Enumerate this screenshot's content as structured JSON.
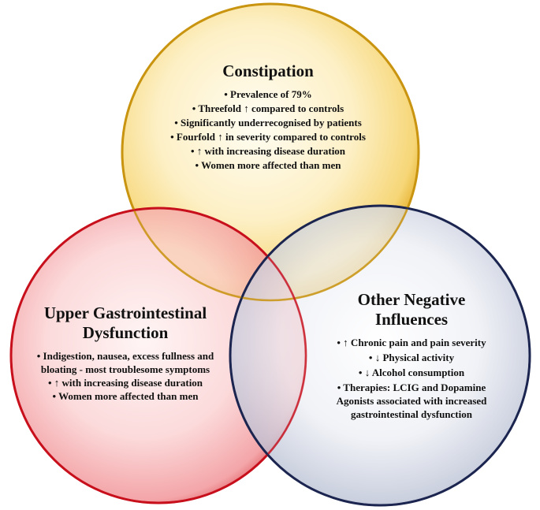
{
  "colors": {
    "constipation_fill": "#fbe7a6",
    "constipation_edge": "#d9a31a",
    "upper_fill": "#f8c0c2",
    "upper_edge": "#d01f2a",
    "other_fill": "#dfe2ec",
    "other_edge": "#1c2a55"
  },
  "circles": [
    {
      "id": "constipation",
      "title": "Constipation",
      "items": [
        "• Prevalence of 79%",
        "• Threefold ↑ compared to controls",
        "• Significantly underrecognised by patients",
        "• Fourfold ↑  in severity compared to controls",
        "• ↑ with increasing disease duration",
        "• Women more affected than men"
      ]
    },
    {
      "id": "upper",
      "title": "Upper Gastrointestinal Dysfunction",
      "items": [
        "• Indigestion, nausea, excess fullness and bloating - most troublesome symptoms",
        "• ↑ with increasing disease duration",
        "• Women more affected than men"
      ]
    },
    {
      "id": "other",
      "title": "Other Negative Influences",
      "items": [
        "• ↑ Chronic pain and pain severity",
        "• ↓ Physical activity",
        "• ↓ Alcohol consumption",
        "• Therapies: LCIG and Dopamine Agonists associated with increased gastrointestinal dysfunction"
      ]
    }
  ]
}
